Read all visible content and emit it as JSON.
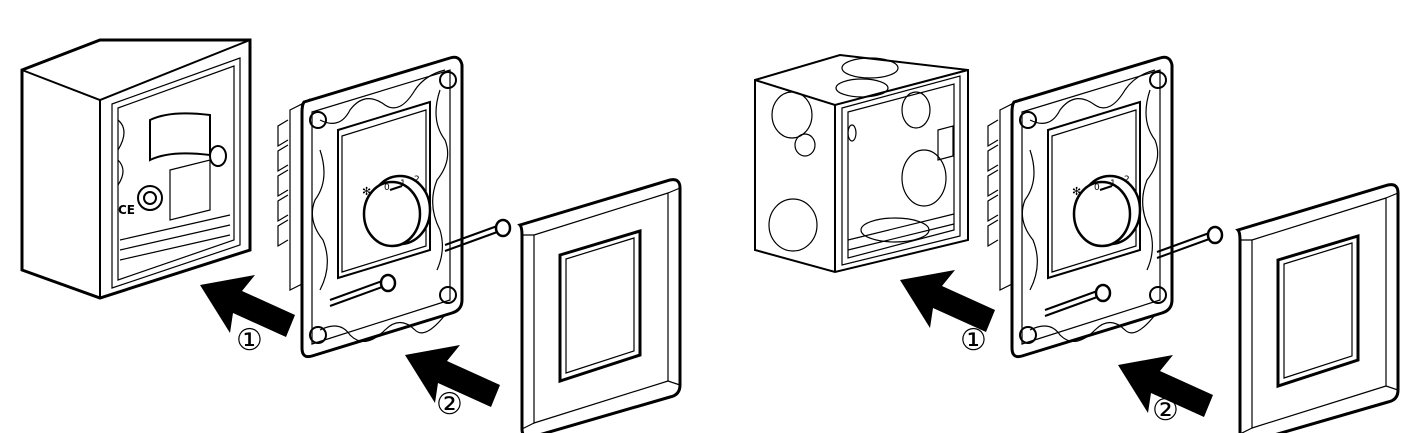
{
  "panels": [
    {
      "box_type": "surface-mount-box",
      "steps": [
        {
          "label": "①"
        },
        {
          "label": "②"
        }
      ],
      "device_marks": {
        "fan_symbol": "✻",
        "speed_marks": [
          "0",
          "1",
          "2"
        ]
      },
      "box_marks": {
        "ce_mark": "CE"
      }
    },
    {
      "box_type": "metal-junction-box",
      "steps": [
        {
          "label": "①"
        },
        {
          "label": "②"
        }
      ],
      "device_marks": {
        "fan_symbol": "✻",
        "speed_marks": [
          "0",
          "1",
          "2"
        ]
      }
    }
  ]
}
